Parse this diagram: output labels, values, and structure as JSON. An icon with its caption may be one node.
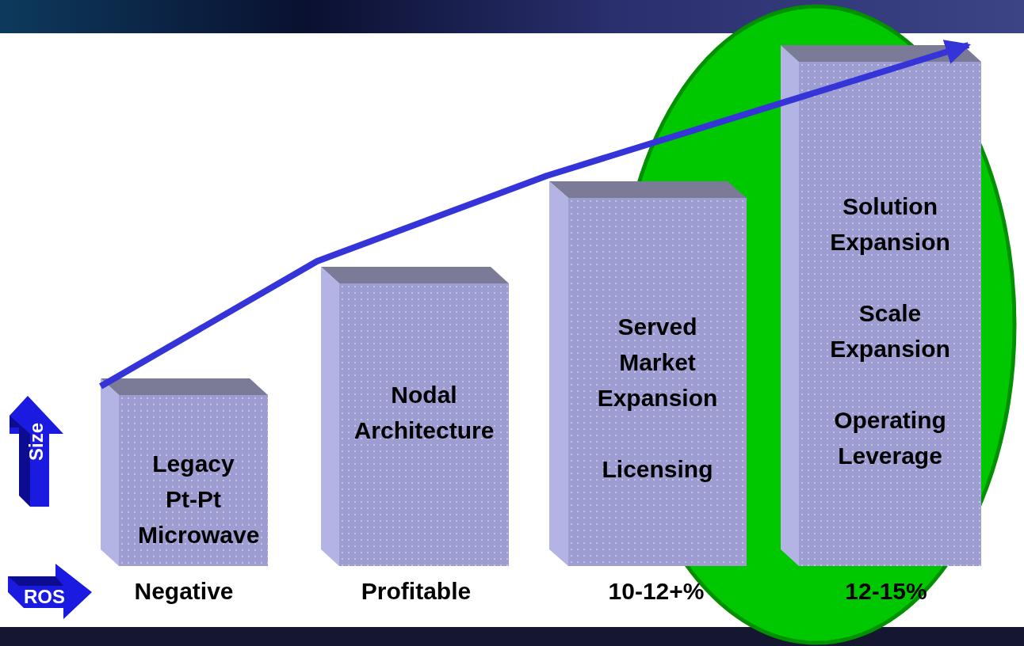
{
  "diagram": {
    "nodes": [
      {
        "text": [
          "Legacy Pt-Pt Microwave"
        ],
        "beside": [
          "Negative"
        ]
      },
      {
        "text": [
          "Nodal Architecture"
        ],
        "beside": [
          "Profitable"
        ]
      },
      {
        "text": [
          "Served Market Expansion",
          "Licensing"
        ],
        "beside": [
          "10-12+%"
        ]
      },
      {
        "text": [
          "Solution Expansion",
          "Scale Expansion",
          "Operating Leverage"
        ],
        "beside": [
          "12-15%"
        ]
      }
    ],
    "edges": [
      {
        "from": 0,
        "to": 3,
        "arrow": "to"
      }
    ],
    "labels": [
      "Size",
      "ROS"
    ]
  }
}
